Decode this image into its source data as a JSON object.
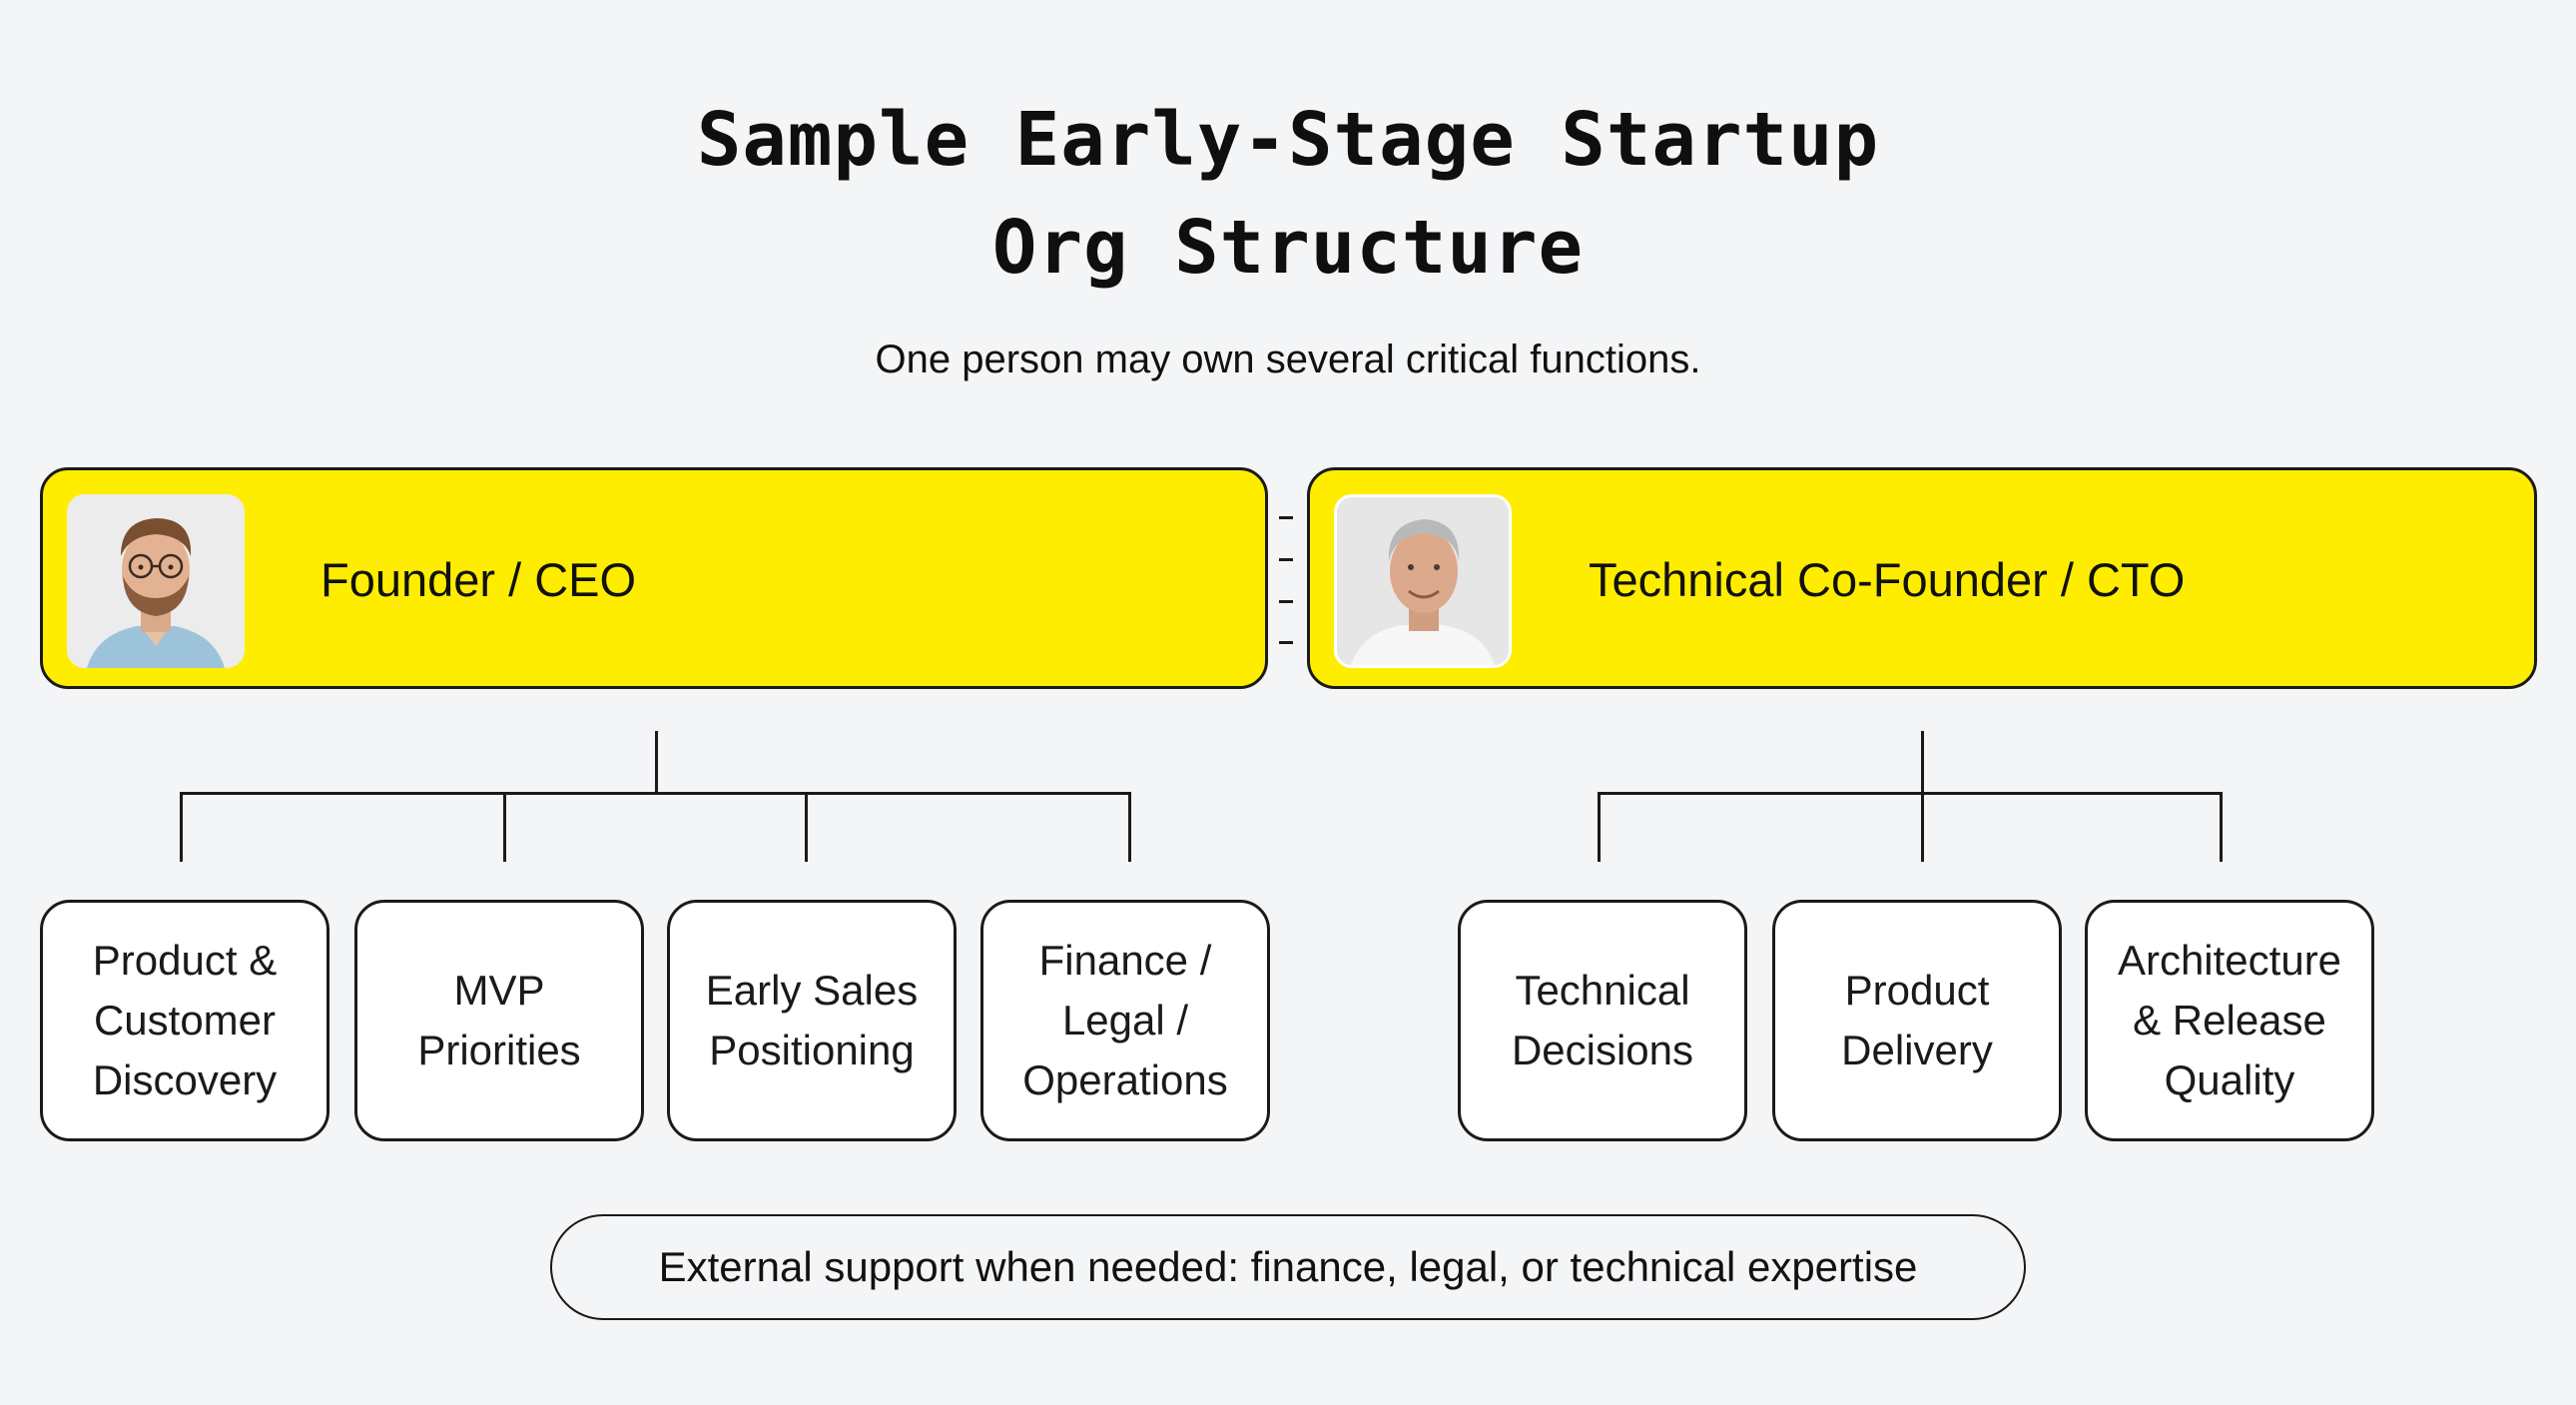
{
  "title": {
    "line1": "Sample Early-Stage Startup",
    "line2": "Org Structure"
  },
  "subtitle": "One person may own several critical functions.",
  "leaders": [
    {
      "label": "Founder / CEO",
      "avatar": "man-with-glasses-photo"
    },
    {
      "label": "Technical Co-Founder / CTO",
      "avatar": "grey-haired-man-photo"
    }
  ],
  "ceo_functions": [
    {
      "lines": [
        "Product &",
        "Customer",
        "Discovery"
      ]
    },
    {
      "lines": [
        "MVP",
        "Priorities"
      ]
    },
    {
      "lines": [
        "Early Sales",
        "Positioning"
      ]
    },
    {
      "lines": [
        "Finance /",
        "Legal /",
        "Operations"
      ]
    }
  ],
  "cto_functions": [
    {
      "lines": [
        "Technical",
        "Decisions"
      ]
    },
    {
      "lines": [
        "Product",
        "Delivery"
      ]
    },
    {
      "lines": [
        "Architecture",
        "& Release",
        "Quality"
      ]
    }
  ],
  "external_support": "External support when needed: finance, legal, or technical expertise",
  "colors": {
    "background": "#f4f5f7",
    "leader_fill": "#ffed00",
    "node_fill": "#ffffff",
    "stroke": "#1a1a1a"
  }
}
